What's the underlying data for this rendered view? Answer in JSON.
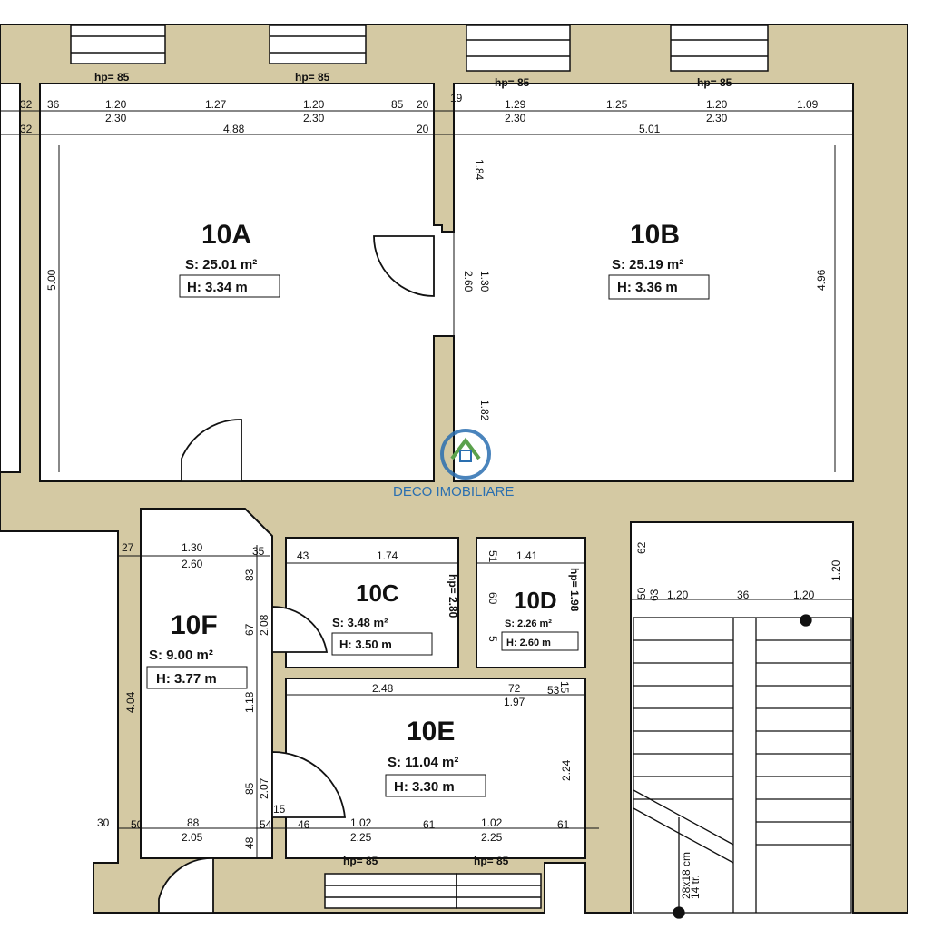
{
  "colors": {
    "wall": "#d4c9a3",
    "line": "#111111",
    "watermark": "#2a6fb0",
    "watermark_green": "#5aa14b"
  },
  "rooms": {
    "a": {
      "name": "10A",
      "area": "S: 25.01 m²",
      "height": "H: 3.34 m"
    },
    "b": {
      "name": "10B",
      "area": "S: 25.19 m²",
      "height": "H: 3.36 m"
    },
    "c": {
      "name": "10C",
      "area": "S:   3.48 m²",
      "height": "H: 3.50 m"
    },
    "d": {
      "name": "10D",
      "area": "S:   2.26 m²",
      "height": "H: 2.60 m"
    },
    "e": {
      "name": "10E",
      "area": "S: 11.04 m²",
      "height": "H: 3.30 m"
    },
    "f": {
      "name": "10F",
      "area": "S:   9.00 m²",
      "height": "H: 3.77 m"
    }
  },
  "hp": {
    "v85": "hp= 85",
    "c": "hp= 2.80",
    "d": "hp= 1.98"
  },
  "dims": {
    "t1": [
      "32",
      "36",
      "1.20",
      "1.27",
      "1.20",
      "85",
      "20",
      "19",
      "1.29",
      "1.25",
      "1.20",
      "1.09"
    ],
    "t2": [
      "2.30",
      "2.30",
      "2.30",
      "2.30"
    ],
    "t3": [
      "32",
      "4.88",
      "20",
      "5.01"
    ],
    "v": [
      "5.00",
      "1.84",
      "2.60",
      "1.30",
      "1.82",
      "4.96"
    ],
    "f": [
      "27",
      "1.30",
      "35",
      "2.60",
      "83",
      "2.08",
      "67",
      "1.18",
      "4.04",
      "85",
      "2.07",
      "48",
      "30",
      "50",
      "88",
      "54",
      "2.05"
    ],
    "c": [
      "43",
      "1.74",
      "51",
      "1.41",
      "60",
      "5"
    ],
    "e": [
      "2.48",
      "72",
      "53",
      "15",
      "1.97",
      "2.24",
      "15",
      "46",
      "1.02",
      "61",
      "1.02",
      "61",
      "2.25",
      "2.25"
    ],
    "s": [
      "62",
      "1.20",
      "50",
      "63",
      "1.20",
      "36",
      "1.20"
    ],
    "stair": [
      "14 tr.",
      "28x18 cm"
    ]
  },
  "watermark": "DECO IMOBILIARE"
}
